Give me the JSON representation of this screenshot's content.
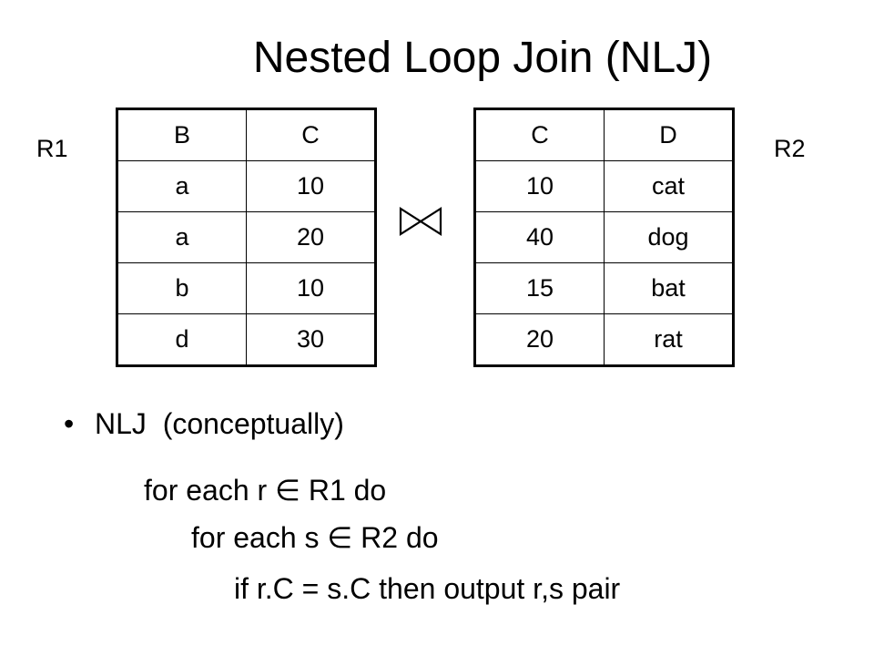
{
  "title": "Nested Loop Join (NLJ)",
  "r1": {
    "label": "R1",
    "headers": [
      "B",
      "C"
    ],
    "rows": [
      [
        "a",
        "10"
      ],
      [
        "a",
        "20"
      ],
      [
        "b",
        "10"
      ],
      [
        "d",
        "30"
      ]
    ]
  },
  "r2": {
    "label": "R2",
    "headers": [
      "C",
      "D"
    ],
    "rows": [
      [
        "10",
        "cat"
      ],
      [
        "40",
        "dog"
      ],
      [
        "15",
        "bat"
      ],
      [
        "20",
        "rat"
      ]
    ]
  },
  "bullet": {
    "marker": "•",
    "text": "NLJ  (conceptually)"
  },
  "code": [
    "for each r ∈ R1 do",
    "for each s ∈ R2 do",
    "if r.C = s.C then output r,s pair"
  ]
}
